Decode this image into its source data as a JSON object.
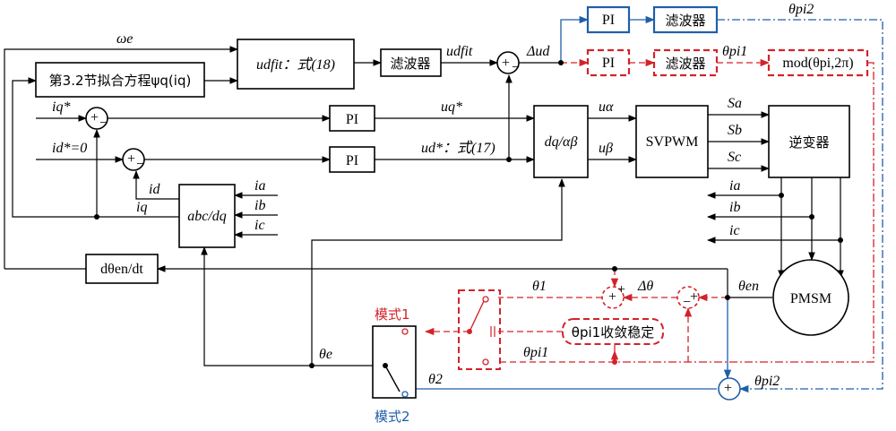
{
  "colors": {
    "line": "#000000",
    "blue": "#1f5fa8",
    "red": "#d2232a"
  },
  "blocks": {
    "fit_eq": "第3.2节拟合方程ψq(iq)",
    "udfit_block": "udfit：式(18)",
    "filter1": "滤波器",
    "pi_blue": "PI",
    "filter_blue": "滤波器",
    "pi_red": "PI",
    "filter_red": "滤波器",
    "mod_block": "mod(θpi,2π)",
    "pi_q": "PI",
    "pi_d": "PI",
    "dq_ab": "dq/αβ",
    "svpwm": "SVPWM",
    "inverter": "逆变器",
    "abc_dq": "abc/dq",
    "deriv": "dθen/dt",
    "pmsm": "PMSM",
    "converge": "θpi1收敛稳定"
  },
  "signals": {
    "omega_e": "ωe",
    "u_dfit_1": "udfit",
    "delta_ud": "Δud",
    "theta_pi2_top": "θpi2",
    "theta_pi1_top": "θpi1",
    "iq_star": "iq*",
    "id_star": "id*=0",
    "uq_star": "uq*",
    "ud_star": "ud*：式(17)",
    "u_alpha": "uα",
    "u_beta": "uβ",
    "sa": "Sa",
    "sb": "Sb",
    "sc": "Sc",
    "ia_r": "ia",
    "ib_r": "ib",
    "ic_r": "ic",
    "ia_l": "ia",
    "ib_l": "ib",
    "ic_l": "ic",
    "id_fb": "id",
    "iq_fb": "iq",
    "theta_1": "θ1",
    "delta_theta": "Δθ",
    "theta_en": "θen",
    "theta_e": "θe",
    "theta_pi1_bot": "θpi1",
    "theta_2": "θ2",
    "theta_pi2_bot": "θpi2"
  },
  "modes": {
    "mode1": "模式1",
    "mode2": "模式2"
  },
  "signs": {
    "plus": "+",
    "minus": "−"
  }
}
